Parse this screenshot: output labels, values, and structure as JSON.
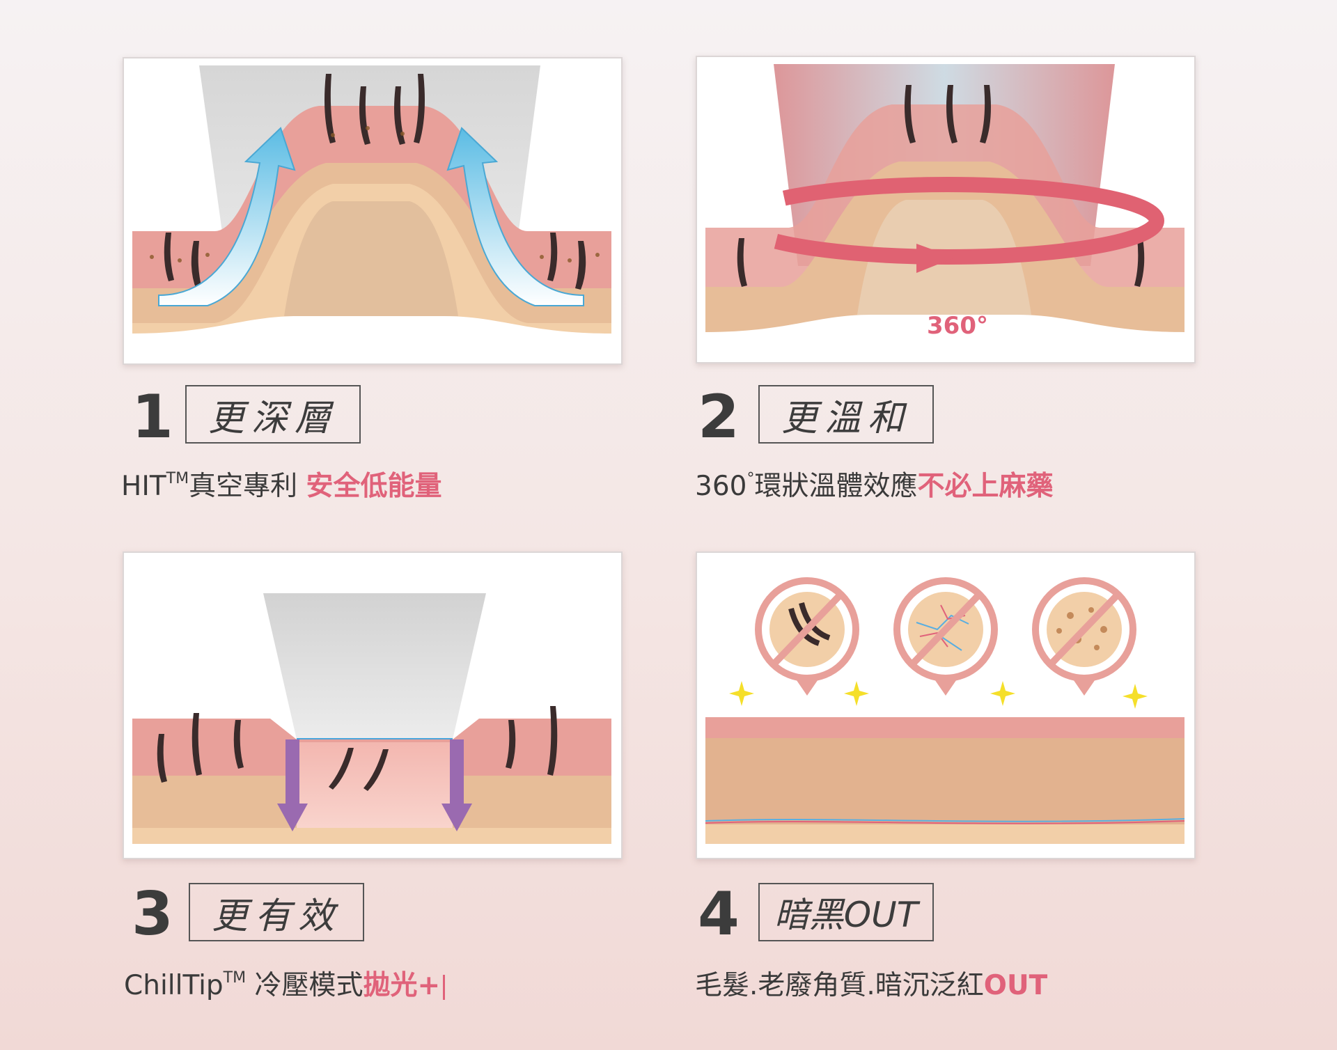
{
  "steps": [
    {
      "number": "1",
      "title": "更深層",
      "caption_prefix": "HIT",
      "caption_sup": "TM",
      "caption_text": "真空專利",
      "caption_highlight": "安全低能量"
    },
    {
      "number": "2",
      "title": "更溫和",
      "caption_prefix": "360",
      "caption_sup": "°",
      "caption_text": "環狀溫體效應",
      "caption_highlight": "不必上麻藥",
      "diagram_label": "360°"
    },
    {
      "number": "3",
      "title": "更有效",
      "caption_prefix": "ChillTip",
      "caption_sup": "TM",
      "caption_text": "冷壓模式",
      "caption_highlight": "拋光+"
    },
    {
      "number": "4",
      "title": "暗黑OUT",
      "caption_text": "毛髮.老廢角質.暗沉泛紅",
      "caption_highlight": "OUT"
    }
  ],
  "colors": {
    "highlight": "#e0627a",
    "skin_top": "#e8a09a",
    "skin_mid": "#e0b796",
    "skin_base": "#f2cfa8",
    "arrow_blue": "#6ec6e6",
    "arrow_purple": "#9a6ab0",
    "arrow_red": "#d9566a",
    "sparkle": "#f5df2a"
  },
  "icons": [
    "no-hair-icon",
    "no-redness-icon",
    "no-dark-spots-icon"
  ]
}
